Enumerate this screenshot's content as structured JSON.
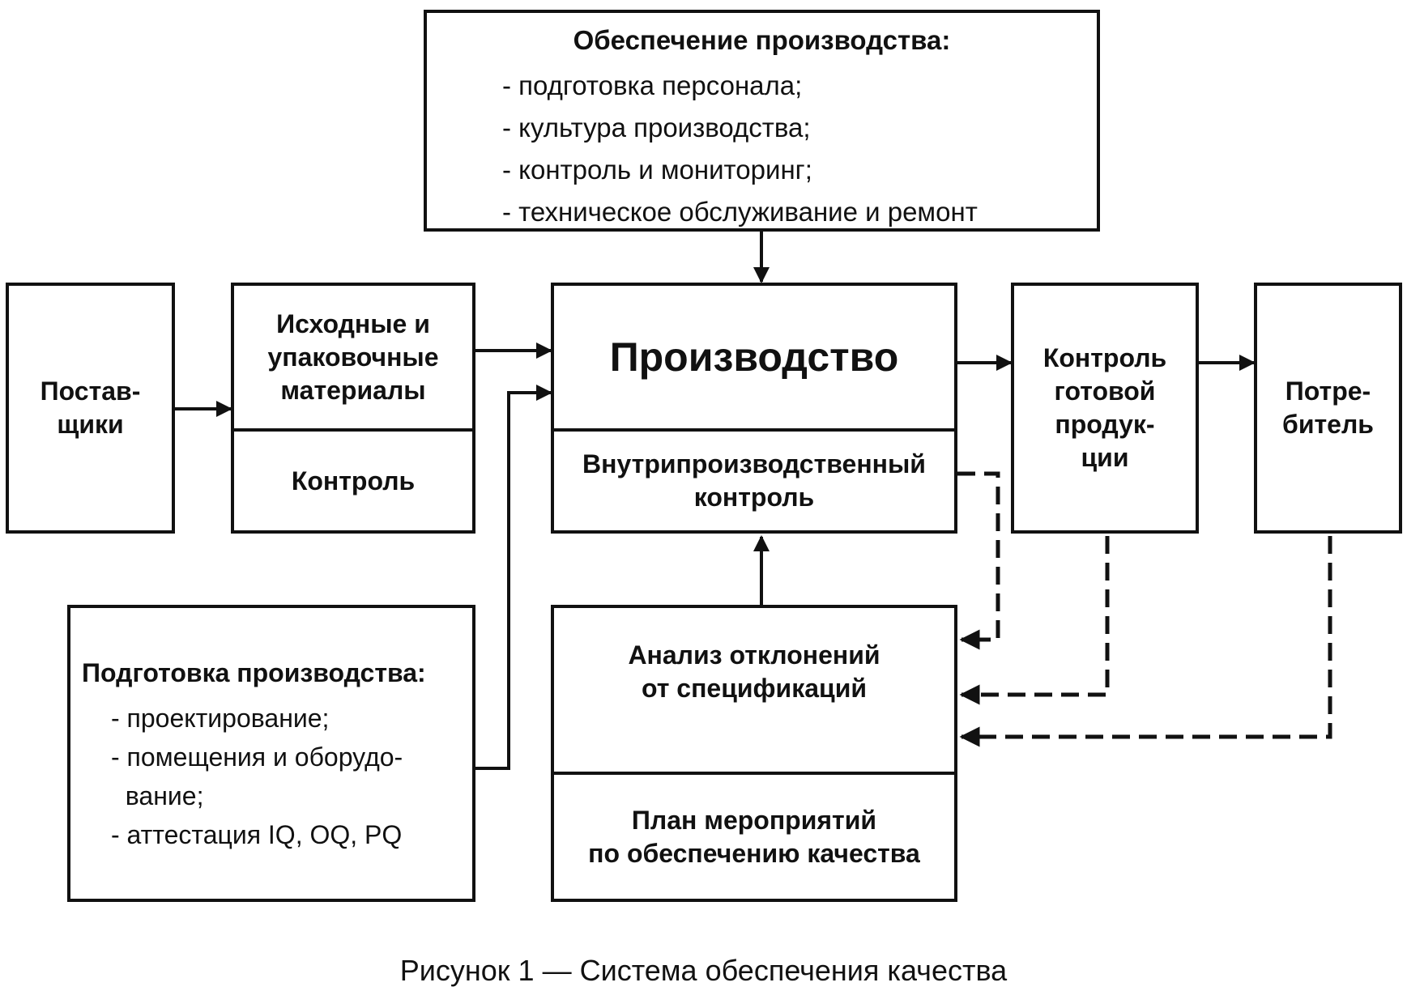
{
  "supply_box": {
    "title": "Обеспечение производства:",
    "items": [
      "- подготовка персонала;",
      "- культура производства;",
      "- контроль и мониторинг;",
      "- техническое обслуживание и ремонт"
    ]
  },
  "suppliers": {
    "label_1": "Постав-",
    "label_2": "щики"
  },
  "materials": {
    "line_1": "Исходные и",
    "line_2": "упаковочные",
    "line_3": "материалы",
    "control": "Контроль"
  },
  "production": {
    "title": "Производство",
    "inprocess_1": "Внутрипроизводственный",
    "inprocess_2": "контроль"
  },
  "finished_control": {
    "line_1": "Контроль",
    "line_2": "готовой",
    "line_3": "продук-",
    "line_4": "ции"
  },
  "consumer": {
    "line_1": "Потре-",
    "line_2": "битель"
  },
  "preparation": {
    "title": "Подготовка производства:",
    "items": [
      "- проектирование;",
      "- помещения и оборудо-",
      "  вание;",
      "- аттестация IQ, OQ, PQ"
    ]
  },
  "analysis": {
    "line_1": "Анализ отклонений",
    "line_2": "от спецификаций",
    "plan_1": "План мероприятий",
    "plan_2": "по обеспечению качества"
  },
  "caption": "Рисунок 1 — Система обеспечения качества"
}
